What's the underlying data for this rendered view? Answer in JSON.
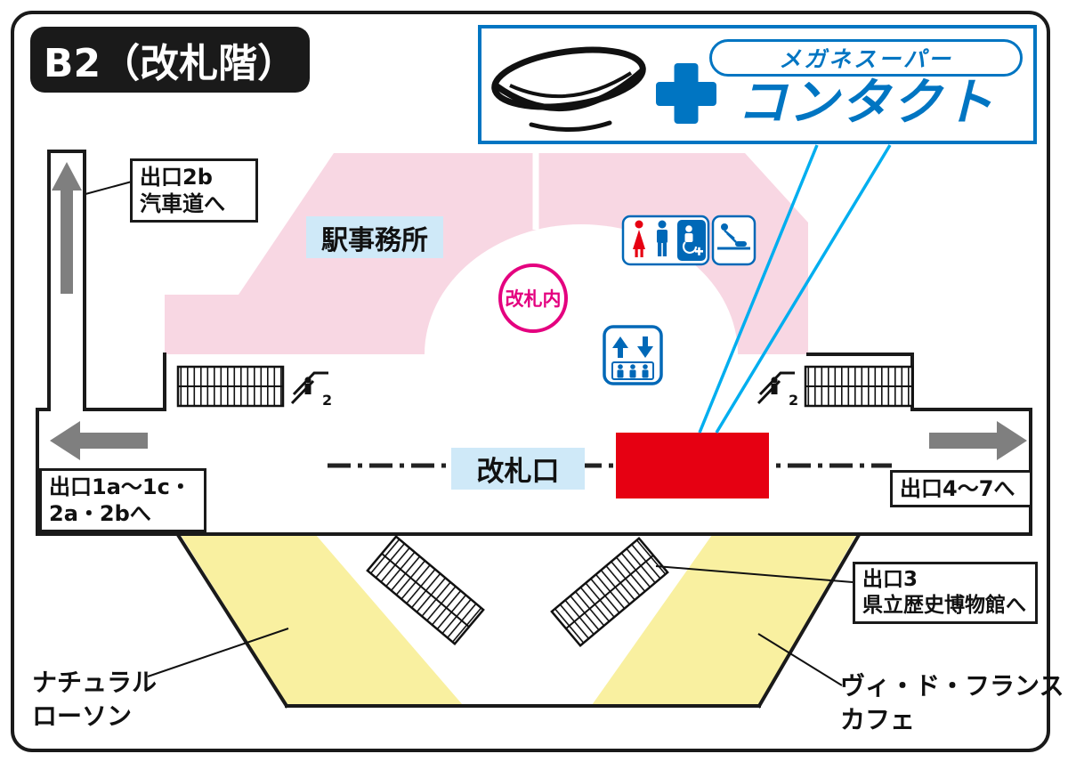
{
  "floor_badge": {
    "title": "B2（改札階）"
  },
  "store_logo": {
    "brand_name": "メガネスーパー",
    "product_name": "コンタクト"
  },
  "areas": {
    "station_office": "駅事務所",
    "inside_gates": "改札内",
    "ticket_gates": "改札口"
  },
  "exits": {
    "exit_2b": {
      "line1": "出口2b",
      "line2": "汽車道へ"
    },
    "exit_1": {
      "line1": "出口1a〜1c・",
      "line2": "2a・2bへ"
    },
    "exit_4_7": {
      "label": "出口4〜7へ"
    },
    "exit_3": {
      "line1": "出口3",
      "line2": "県立歴史博物館へ"
    }
  },
  "shops": {
    "natural_lawson": {
      "line1": "ナチュラル",
      "line2": "ローソン"
    },
    "vie_de_france": {
      "line1": "ヴィ・ド・フランス",
      "line2": "カフェ"
    }
  },
  "icons": {
    "escalator_left": "2",
    "escalator_right": "2"
  },
  "colors": {
    "paid_area_pink": "#f8d7e3",
    "shop_area_yellow": "#f9f0a0",
    "store_highlight_red": "#e60012",
    "label_bg_blue": "#cfe9f8",
    "brand_blue": "#0075c2",
    "gate_magenta": "#e4007f",
    "callout_cyan": "#00aeef",
    "arrow_gray": "#7f7f7f"
  }
}
